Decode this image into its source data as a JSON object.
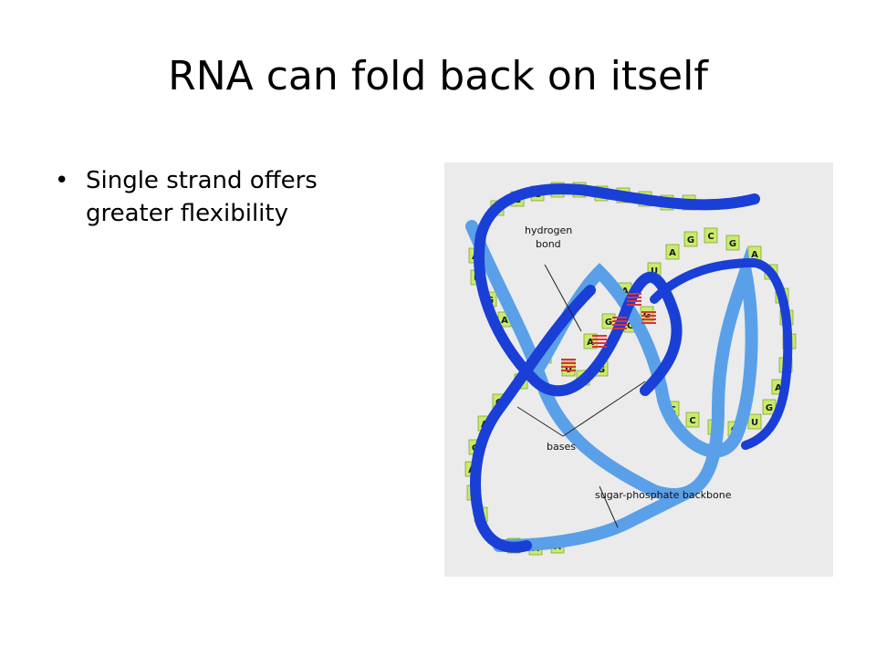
{
  "slide": {
    "title": "RNA can fold back on itself",
    "bullets": [
      "Single strand offers greater flexibility"
    ]
  },
  "diagram": {
    "labels": {
      "hydrogen_bond": [
        "hydrogen",
        "bond"
      ],
      "bases": "bases",
      "backbone": "sugar-phosphate backbone"
    },
    "colors": {
      "backbone_dark": "#1a3fd6",
      "backbone_light": "#5aa0e8",
      "base_fill": "#c8ec6a",
      "hbond": "#e0303a",
      "background": "#ebebeb"
    },
    "base_letters": [
      "A",
      "G",
      "G",
      "U",
      "A",
      "G",
      "C",
      "G",
      "A",
      "C",
      "C",
      "A",
      "U",
      "G",
      "A",
      "U",
      "A",
      "G",
      "C",
      "G",
      "A",
      "U",
      "C",
      "U",
      "C",
      "A",
      "A",
      "G",
      "U",
      "G",
      "A",
      "C",
      "C",
      "A",
      "G",
      "U",
      "U",
      "G",
      "A",
      "G",
      "G",
      "A",
      "U",
      "G",
      "A",
      "G",
      "A",
      "C",
      "G",
      "U",
      "A",
      "A"
    ]
  }
}
